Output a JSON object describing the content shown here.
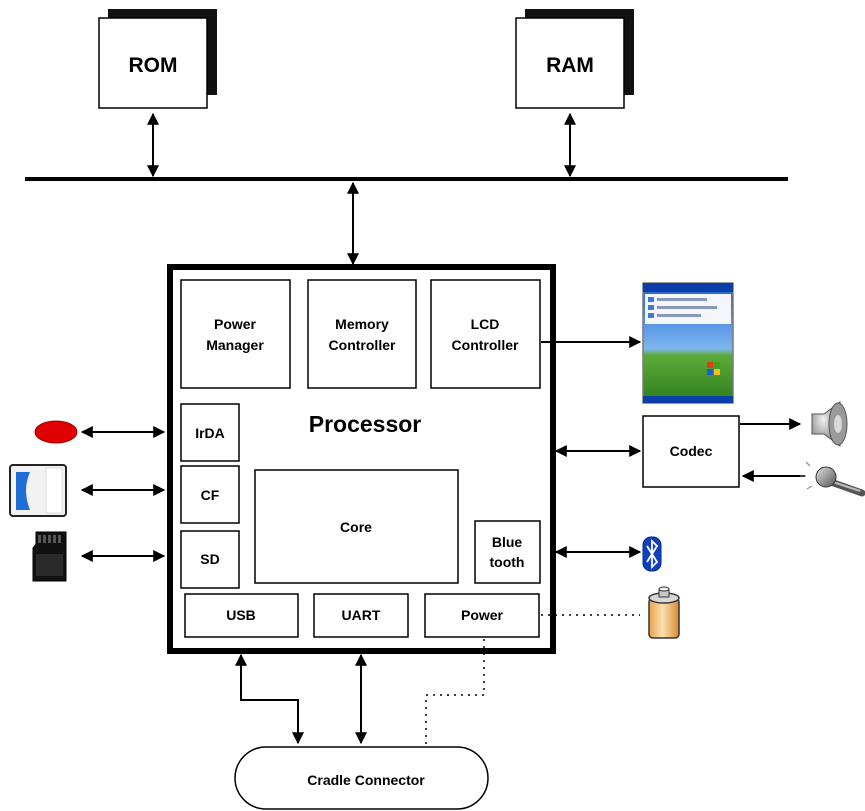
{
  "memory": {
    "rom": "ROM",
    "ram": "RAM"
  },
  "processor": {
    "title": "Processor",
    "power_manager": [
      "Power",
      "Manager"
    ],
    "memory_controller": [
      "Memory",
      "Controller"
    ],
    "lcd_controller": [
      "LCD",
      "Controller"
    ],
    "irda": "IrDA",
    "cf": "CF",
    "sd": "SD",
    "core": "Core",
    "bluetooth": [
      "Blue",
      "tooth"
    ],
    "usb": "USB",
    "uart": "UART",
    "power": "Power"
  },
  "codec": "Codec",
  "cradle": "Cradle Connector",
  "icons": [
    "irda-port-icon",
    "cf-card-icon",
    "sd-card-icon",
    "pda-screen-icon",
    "speaker-icon",
    "microphone-icon",
    "bluetooth-icon",
    "battery-icon"
  ],
  "colors": {
    "irda_red": "#e00000",
    "cf_blue": "#1e6ed8",
    "bluetooth_blue": "#1040c0",
    "battery_body": "#f4c070"
  }
}
